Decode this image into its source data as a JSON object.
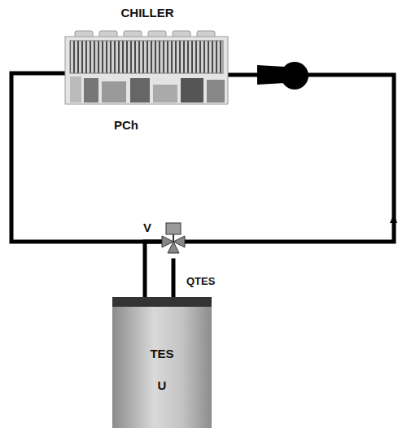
{
  "diagram": {
    "nodes": [
      {
        "text": [
          "CHILLER",
          "PCh"
        ]
      },
      {
        "text": [
          "TES",
          "U"
        ]
      },
      {
        "text": [
          "V"
        ]
      }
    ],
    "edges": [
      {
        "from": 0,
        "to": 2,
        "arrow": "none"
      },
      {
        "from": 2,
        "to": 0,
        "arrow": "none"
      },
      {
        "from": 2,
        "to": 1,
        "arrow": "none"
      },
      {
        "from": 2,
        "to": 1,
        "label": "QTES",
        "arrow": "none"
      }
    ]
  }
}
